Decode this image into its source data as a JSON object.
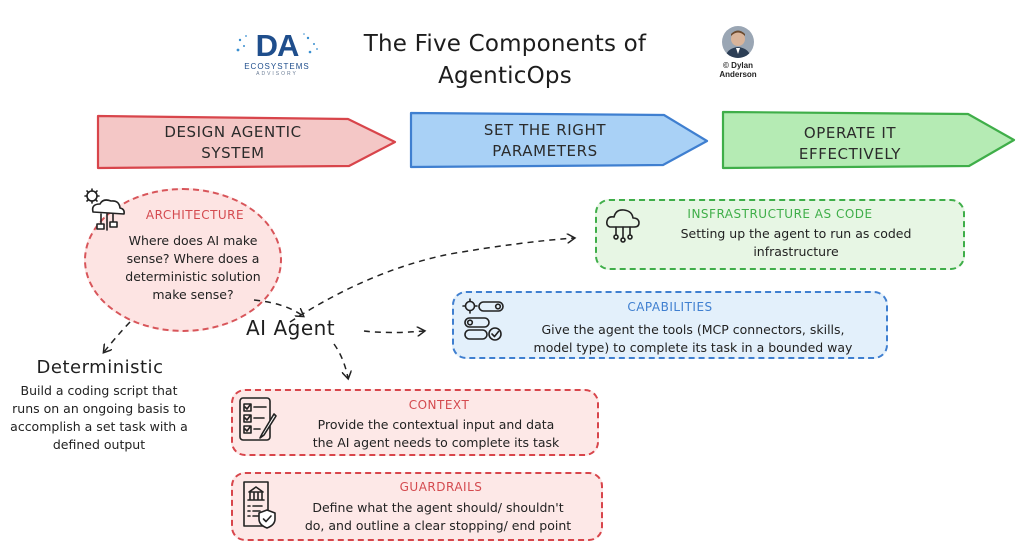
{
  "header": {
    "title_line1": "The Five Components of",
    "title_line2": "AgenticOps",
    "logo_text": "DA",
    "logo_sub": "ECOSYSTEMS",
    "logo_sub2": "ADVISORY",
    "author_line1": "© Dylan",
    "author_line2": "Anderson"
  },
  "stages": [
    {
      "line1": "DESIGN AGENTIC",
      "line2": "SYSTEM",
      "color": "#f4c7c6",
      "border": "#d8454b"
    },
    {
      "line1": "SET THE RIGHT",
      "line2": "PARAMETERS",
      "color": "#a9d1f6",
      "border": "#3f7fd0"
    },
    {
      "line1": "OPERATE IT",
      "line2": "EFFECTIVELY",
      "color": "#b5ebb4",
      "border": "#3fae49"
    }
  ],
  "architecture": {
    "title": "ARCHITECTURE",
    "body": "Where does AI make sense? Where does a deterministic solution make sense?",
    "icon": "cloud-network-icon"
  },
  "center": {
    "label": "AI Agent"
  },
  "deterministic": {
    "title": "Deterministic",
    "body": "Build a coding script that runs on an ongoing basis to accomplish a set task with a defined output"
  },
  "components": {
    "infrastructure": {
      "title": "INSFRASTRUCTURE AS CODE",
      "body_line1": "Setting up the agent to run as coded",
      "body_line2": "infrastructure",
      "icon": "cloud-icon",
      "color": "#3fae49",
      "fill": "#e7f6e4"
    },
    "capabilities": {
      "title": "CAPABILITIES",
      "body_line1": "Give the agent the tools (MCP connectors, skills,",
      "body_line2": "model type) to complete its task in a bounded way",
      "icon": "settings-toggle-icon",
      "color": "#3f7fd0",
      "fill": "#e3f0fb"
    },
    "context": {
      "title": "CONTEXT",
      "body_line1": "Provide the contextual input and data",
      "body_line2": "the AI agent needs to complete its task",
      "icon": "checklist-icon",
      "color": "#d8454b",
      "fill": "#fde8e7"
    },
    "guardrails": {
      "title": "GUARDRAILS",
      "body_line1": "Define what the agent should/ shouldn't",
      "body_line2": "do, and outline a clear stopping/ end point",
      "icon": "policy-document-icon",
      "color": "#d8454b",
      "fill": "#fde8e7"
    }
  }
}
